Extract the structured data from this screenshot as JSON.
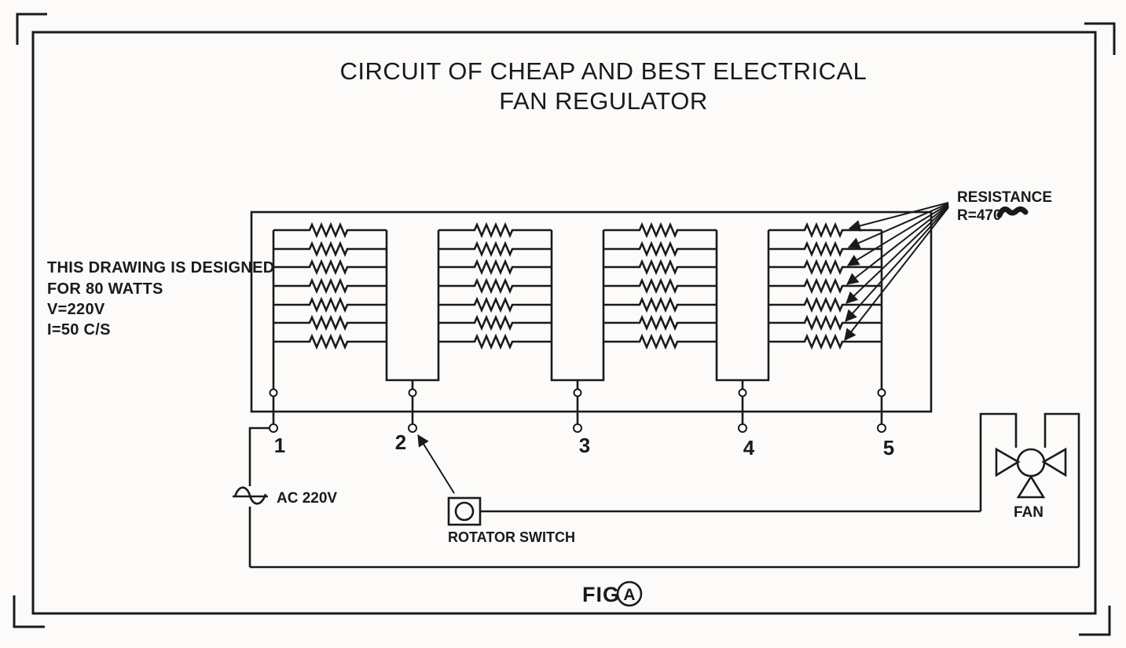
{
  "title": {
    "line1": "CIRCUIT OF CHEAP AND BEST ELECTRICAL",
    "line2": "FAN REGULATOR"
  },
  "specs": {
    "line1": "THIS DRAWING IS DESIGNED",
    "line2": "FOR 80 WATTS",
    "line3": "V=220V",
    "line4": "I=50 C/S"
  },
  "resistance": {
    "label": "RESISTANCE",
    "value": "R=470"
  },
  "terminals": {
    "t1": "1",
    "t2": "2",
    "t3": "3",
    "t4": "4",
    "t5": "5"
  },
  "source": {
    "label": "AC 220V"
  },
  "switch": {
    "label": "ROTATOR SWITCH",
    "points_to_terminal": "2"
  },
  "fan": {
    "label": "FAN"
  },
  "caption": {
    "prefix": "FIG",
    "letter": "A"
  },
  "network": {
    "banks": 4,
    "resistors_per_bank": 7,
    "resistance_ohms": 470
  },
  "colors": {
    "ink": "#1a1a1a",
    "paper": "#fcfbf9"
  }
}
